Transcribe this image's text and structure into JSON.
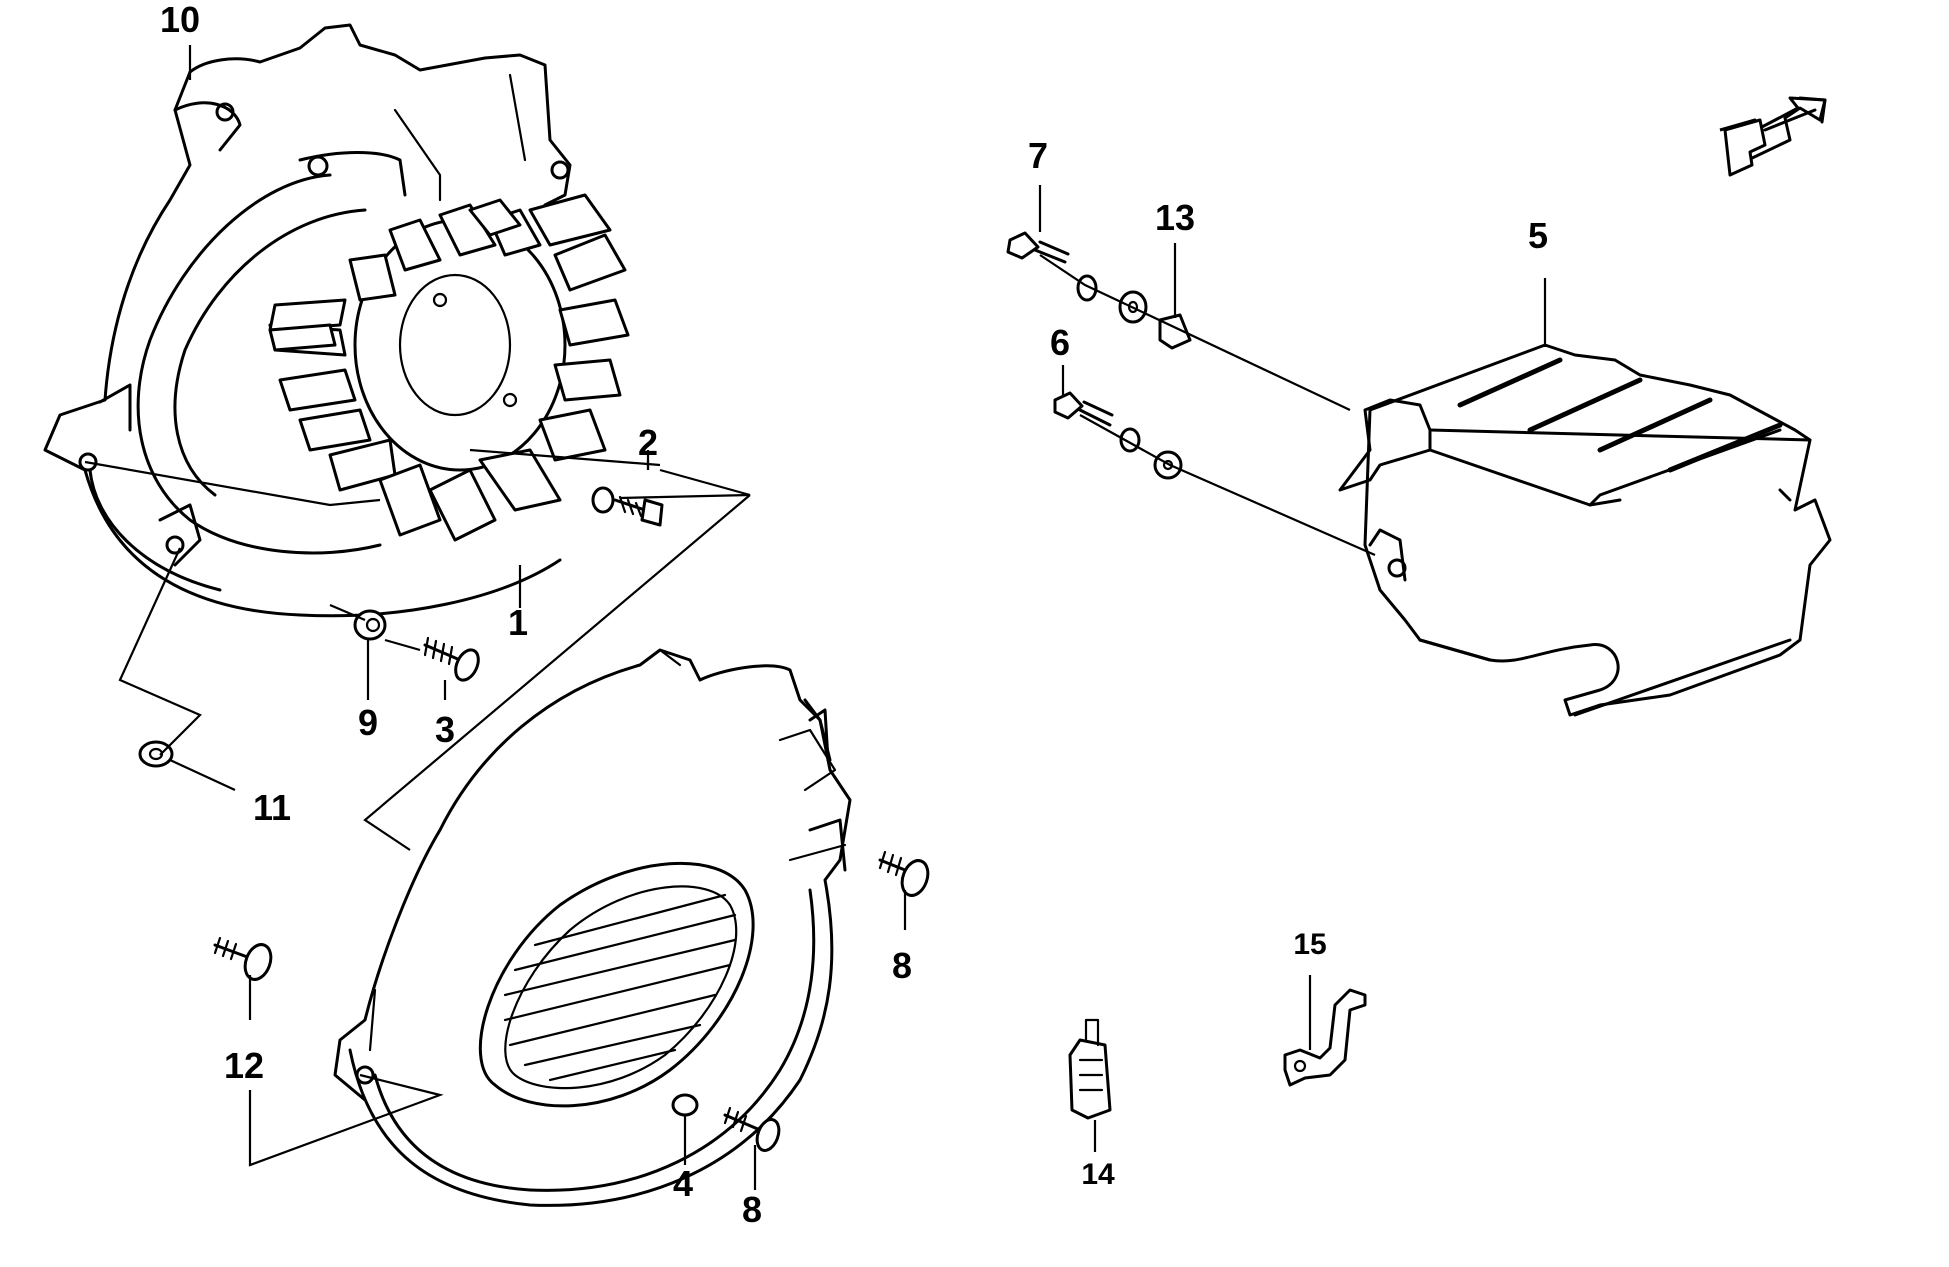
{
  "diagram": {
    "callouts": [
      {
        "id": "1",
        "text": "1"
      },
      {
        "id": "2",
        "text": "2"
      },
      {
        "id": "3",
        "text": "3"
      },
      {
        "id": "4",
        "text": "4"
      },
      {
        "id": "5",
        "text": "5"
      },
      {
        "id": "6",
        "text": "6"
      },
      {
        "id": "7",
        "text": "7"
      },
      {
        "id": "8a",
        "text": "8"
      },
      {
        "id": "8b",
        "text": "8"
      },
      {
        "id": "9",
        "text": "9"
      },
      {
        "id": "10",
        "text": "10"
      },
      {
        "id": "11",
        "text": "11"
      },
      {
        "id": "12",
        "text": "12"
      },
      {
        "id": "13",
        "text": "13"
      },
      {
        "id": "14",
        "text": "14"
      },
      {
        "id": "15",
        "text": "15"
      }
    ],
    "icons": [
      "front-direction-arrow-icon"
    ]
  }
}
